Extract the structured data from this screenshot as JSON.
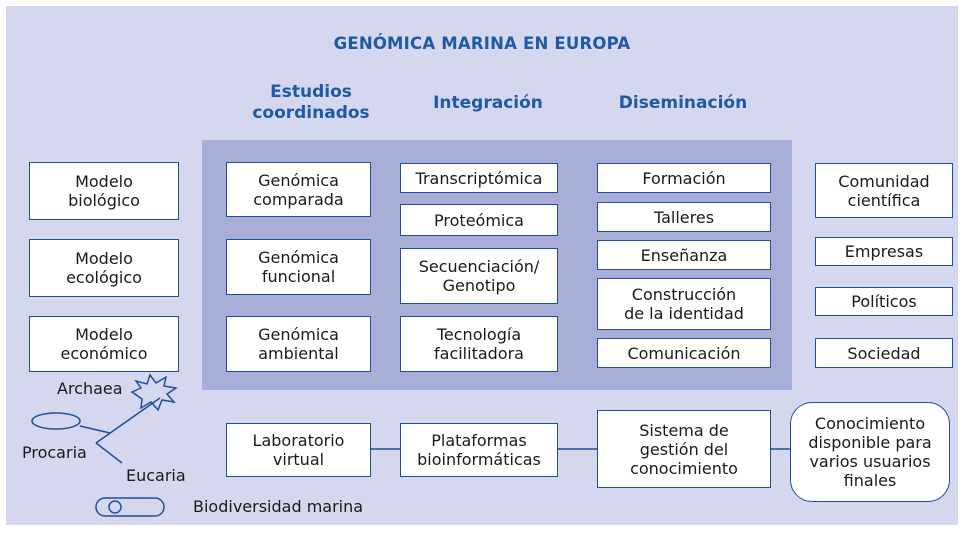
{
  "title": "GENÓMICA MARINA EN EUROPA",
  "columns": {
    "estudios": "Estudios\ncoordinados",
    "integracion": "Integración",
    "diseminacion": "Diseminación"
  },
  "models": [
    "Modelo\nbiológico",
    "Modelo\necológico",
    "Modelo\neconómico"
  ],
  "estudios_boxes": [
    "Genómica\ncomparada",
    "Genómica\nfuncional",
    "Genómica\nambiental"
  ],
  "integracion_boxes": [
    "Transcriptómica",
    "Proteómica",
    "Secuenciación/\nGenotipo",
    "Tecnología\nfacilitadora"
  ],
  "diseminacion_boxes": [
    "Formación",
    "Talleres",
    "Enseñanza",
    "Construcción\nde la identidad",
    "Comunicación"
  ],
  "audiences": [
    "Comunidad\ncientífica",
    "Empresas",
    "Políticos",
    "Sociedad"
  ],
  "flow": [
    "Laboratorio\nvirtual",
    "Plataformas\nbioinformáticas",
    "Sistema de\ngestión del\nconocimiento",
    "Conocimiento\ndisponible para\nvarios usuarios\nfinales"
  ],
  "tree": {
    "archaea": "Archaea",
    "procaria": "Procaria",
    "eucaria": "Eucaria"
  },
  "legend": "Biodiversidad marina",
  "colors": {
    "panel": "#d5d7ee",
    "inner": "#a8aed7",
    "accent": "#1f5aa6",
    "border": "#1f4f9a"
  }
}
